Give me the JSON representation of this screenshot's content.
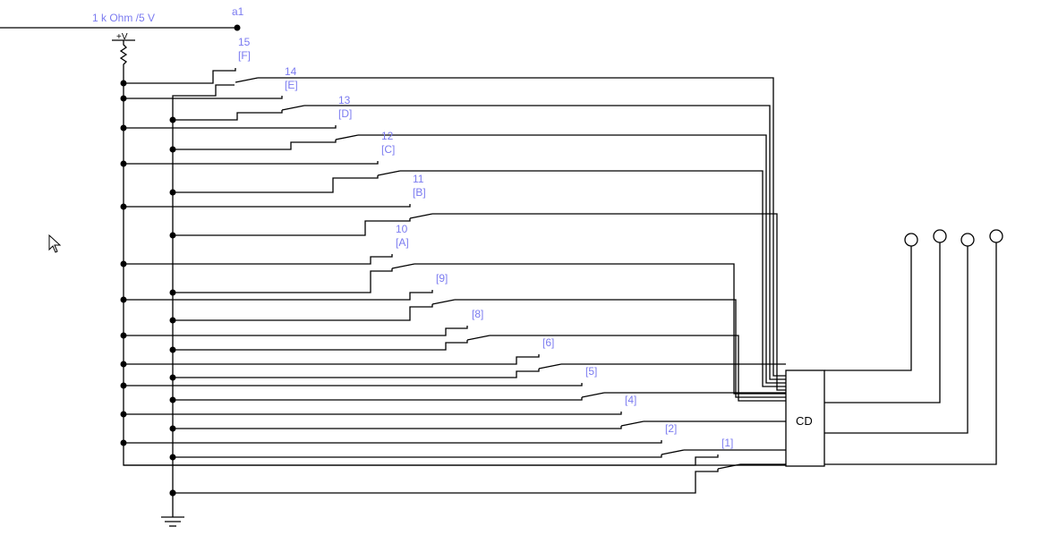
{
  "source": {
    "label": "1 k Ohm /5 V",
    "node": "a1",
    "supply": "+V"
  },
  "decoder": {
    "label": "CD"
  },
  "switches": [
    {
      "num": "15",
      "key": "[F]"
    },
    {
      "num": "14",
      "key": "[E]"
    },
    {
      "num": "13",
      "key": "[D]"
    },
    {
      "num": "12",
      "key": "[C]"
    },
    {
      "num": "11",
      "key": "[B]"
    },
    {
      "num": "10",
      "key": "[A]"
    },
    {
      "num": "",
      "key": "[9]"
    },
    {
      "num": "",
      "key": "[8]"
    },
    {
      "num": "",
      "key": "[6]"
    },
    {
      "num": "",
      "key": "[5]"
    },
    {
      "num": "",
      "key": "[4]"
    },
    {
      "num": "",
      "key": "[2]"
    },
    {
      "num": "",
      "key": "[1]"
    }
  ],
  "probes": [
    "out-1",
    "out-2",
    "out-3",
    "out-4"
  ],
  "colors": {
    "label": "#7b7bf0",
    "wire": "#000000"
  }
}
